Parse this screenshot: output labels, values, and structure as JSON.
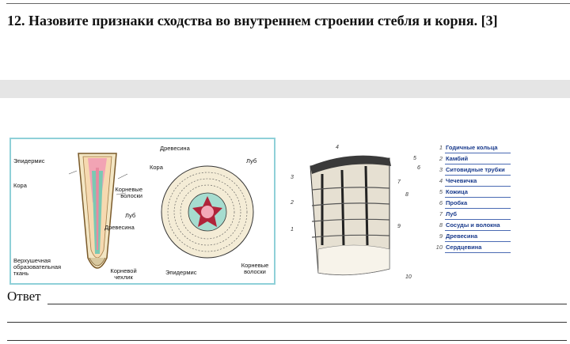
{
  "question": {
    "text": "12. Назовите признаки сходства во внутреннем строении стебля и корня. [3]"
  },
  "root_long": {
    "labels": {
      "epidermis": "Эпидермис",
      "cortex": "Кора",
      "root_hairs": "Корневые волоски",
      "phloem": "Луб",
      "xylem": "Древесина",
      "meristem": "Верхушечная образовательная ткань",
      "root_cap": "Корневой чехлик"
    }
  },
  "root_cross": {
    "labels": {
      "xylem": "Древесина",
      "cortex": "Кора",
      "phloem": "Луб",
      "epidermis": "Эпидермис",
      "root_hairs": "Корневые волоски"
    }
  },
  "stem_legend": {
    "items": [
      {
        "num": "1",
        "label": "Годичные кольца"
      },
      {
        "num": "2",
        "label": "Камбий"
      },
      {
        "num": "3",
        "label": "Ситовидные трубки"
      },
      {
        "num": "4",
        "label": "Чечевичка"
      },
      {
        "num": "5",
        "label": "Кожица"
      },
      {
        "num": "6",
        "label": "Пробка"
      },
      {
        "num": "7",
        "label": "Луб"
      },
      {
        "num": "8",
        "label": "Сосуды и волокна"
      },
      {
        "num": "9",
        "label": "Древесина"
      },
      {
        "num": "10",
        "label": "Сердцевина"
      }
    ]
  },
  "stem_numbers": [
    "1",
    "2",
    "3",
    "4",
    "5",
    "6",
    "7",
    "8",
    "9",
    "10"
  ],
  "answer": {
    "label": "Ответ"
  }
}
